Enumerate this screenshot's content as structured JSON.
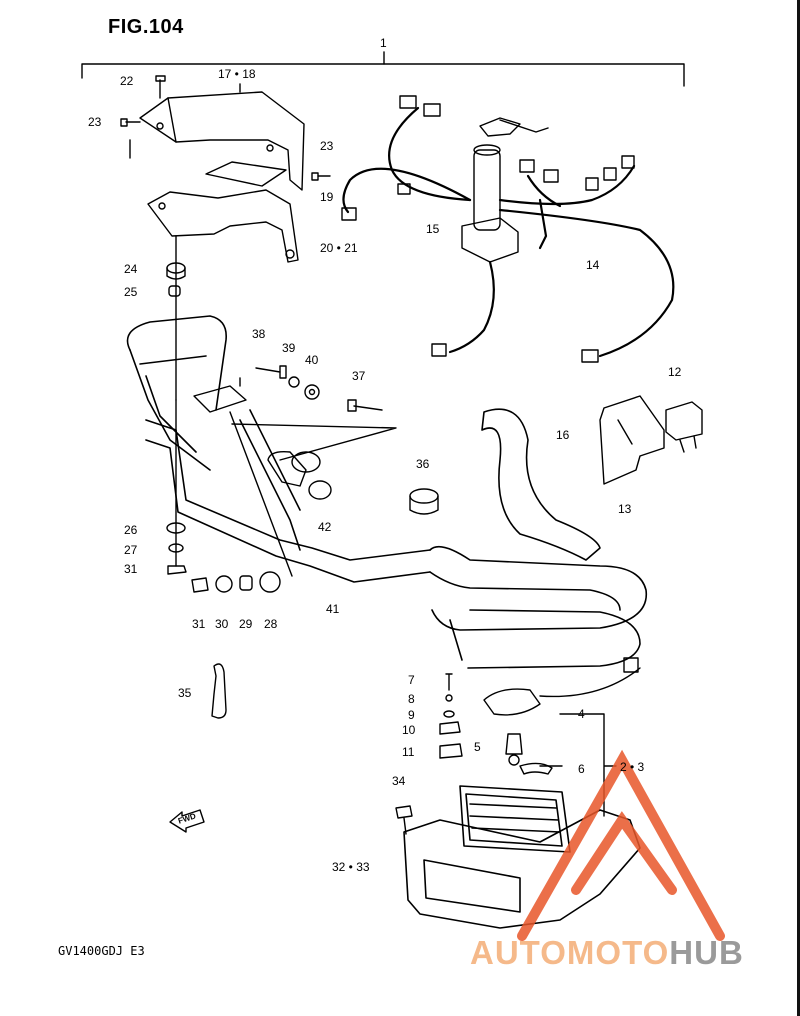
{
  "figure": {
    "title": "FIG.104",
    "model_code": "GV1400GDJ E3"
  },
  "callouts": {
    "c1": "1",
    "c17_18": "17 • 18",
    "c22": "22",
    "c23a": "23",
    "c23b": "23",
    "c19": "19",
    "c20_21": "20 • 21",
    "c24": "24",
    "c25": "25",
    "c15": "15",
    "c14": "14",
    "c38": "38",
    "c39": "39",
    "c40": "40",
    "c37": "37",
    "c12": "12",
    "c16": "16",
    "c13": "13",
    "c36": "36",
    "c42": "42",
    "c26": "26",
    "c27": "27",
    "c31a": "31",
    "c31b": "31",
    "c30": "30",
    "c29": "29",
    "c28": "28",
    "c41": "41",
    "c35": "35",
    "c7": "7",
    "c8": "8",
    "c9": "9",
    "c10": "10",
    "c11": "11",
    "c4": "4",
    "c5": "5",
    "c6": "6",
    "c2_3": "2 • 3",
    "c34": "34",
    "c32_33": "32 • 33"
  },
  "fwd_label": "FWD",
  "watermark": {
    "part1": "AUTO",
    "part2": "MOTO",
    "part3": "HUB",
    "color_accent": "#e8572a",
    "color_grey": "#8c8c8c"
  },
  "colors": {
    "ink": "#000000",
    "paper": "#ffffff"
  }
}
